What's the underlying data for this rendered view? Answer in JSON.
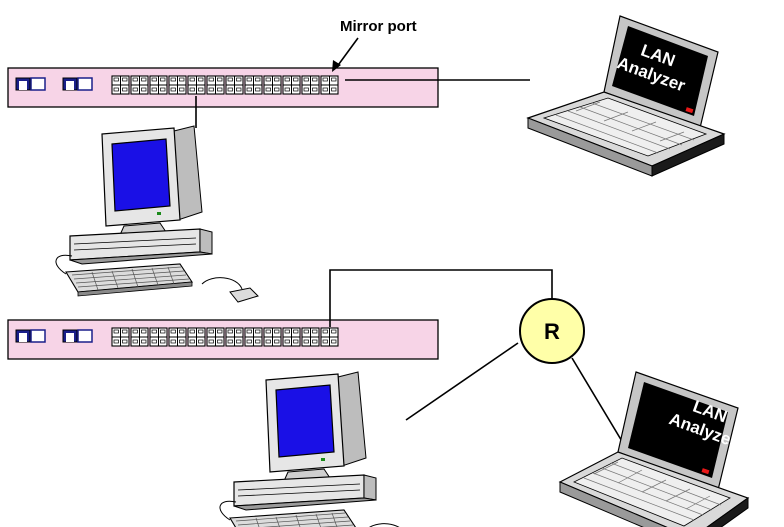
{
  "top": {
    "mirror_label": "Mirror port",
    "analyzer_line1": "LAN",
    "analyzer_line2": "Analyzer"
  },
  "bottom": {
    "router_label": "R",
    "analyzer_line1": "LAN",
    "analyzer_line2": "Analyzer"
  },
  "colors": {
    "switch_fill": "#f7d4e7",
    "router_fill": "#ffffa8",
    "monitor_screen": "#1a10e6",
    "laptop_screen": "#000000",
    "device_body": "#e4e4e4"
  },
  "icons": [
    "network-switch-icon",
    "desktop-computer-icon",
    "laptop-icon",
    "router-icon"
  ]
}
